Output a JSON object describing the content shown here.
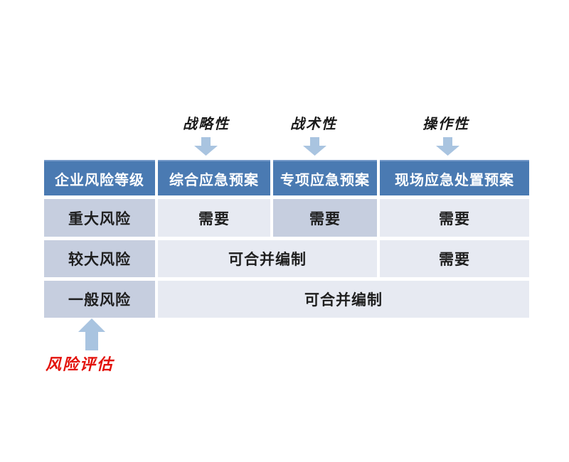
{
  "colors": {
    "header_bg": "#4a7ab2",
    "header_top_edge": "#7398c7",
    "dark_cell": "#c6cedf",
    "light_cell": "#e7eaf2",
    "arrow": "#a9c4e0",
    "annotation_red": "#e3120b",
    "header_text": "#ffffff",
    "body_text": "#1f1f1f"
  },
  "top_annotations": [
    {
      "label": "战略性",
      "icon": "down-arrow"
    },
    {
      "label": "战术性",
      "icon": "down-arrow"
    },
    {
      "label": "操作性",
      "icon": "up-arrow"
    }
  ],
  "table": {
    "headers": [
      "企业风险等级",
      "综合应急预案",
      "专项应急预案",
      "现场应急处置预案"
    ],
    "rows": [
      {
        "level": "重大风险",
        "cells": [
          {
            "text": "需要",
            "span": 1,
            "highlight": false
          },
          {
            "text": "需要",
            "span": 1,
            "highlight": true
          },
          {
            "text": "需要",
            "span": 1,
            "highlight": false
          }
        ]
      },
      {
        "level": "较大风险",
        "cells": [
          {
            "text": "可合并编制",
            "span": 2,
            "highlight": false
          },
          {
            "text": "需要",
            "span": 1,
            "highlight": false
          }
        ]
      },
      {
        "level": "一般风险",
        "cells": [
          {
            "text": "可合并编制",
            "span": 3,
            "highlight": false
          }
        ]
      }
    ]
  },
  "bottom_annotation": {
    "label": "风险评估",
    "icon": "up-arrow"
  }
}
